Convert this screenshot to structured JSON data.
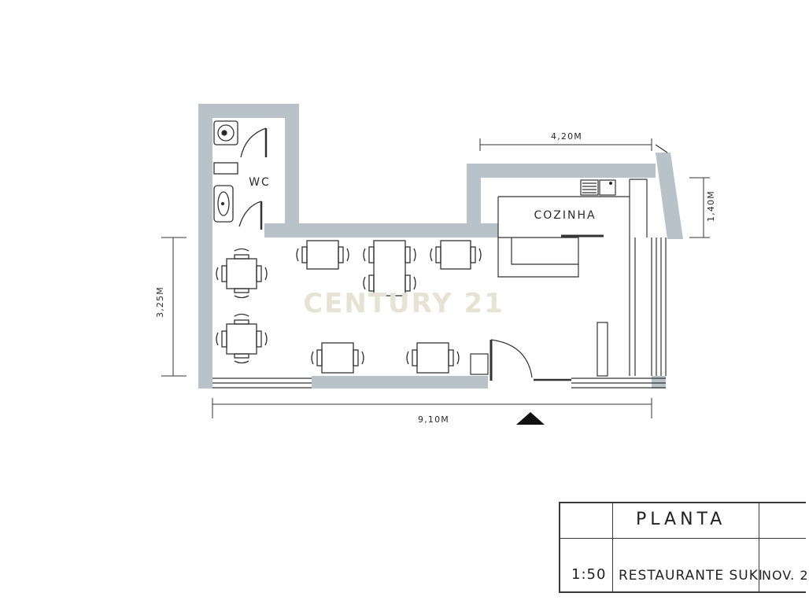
{
  "plan": {
    "watermark": "CENTURY 21",
    "rooms": {
      "wc": "WC",
      "kitchen": "COZINHA"
    },
    "dimensions": {
      "top": "4,20M",
      "right": "1,40M",
      "left": "3,25M",
      "bottom": "9,10M"
    },
    "colors": {
      "wall": "#b8c3c9",
      "line": "#333333",
      "watermark": "#e6e2d4",
      "arrow": "#111111"
    }
  },
  "title_block": {
    "title": "PLANTA",
    "scale": "1:50",
    "project": "RESTAURANTE SUKI",
    "date": "NOV. 2"
  }
}
